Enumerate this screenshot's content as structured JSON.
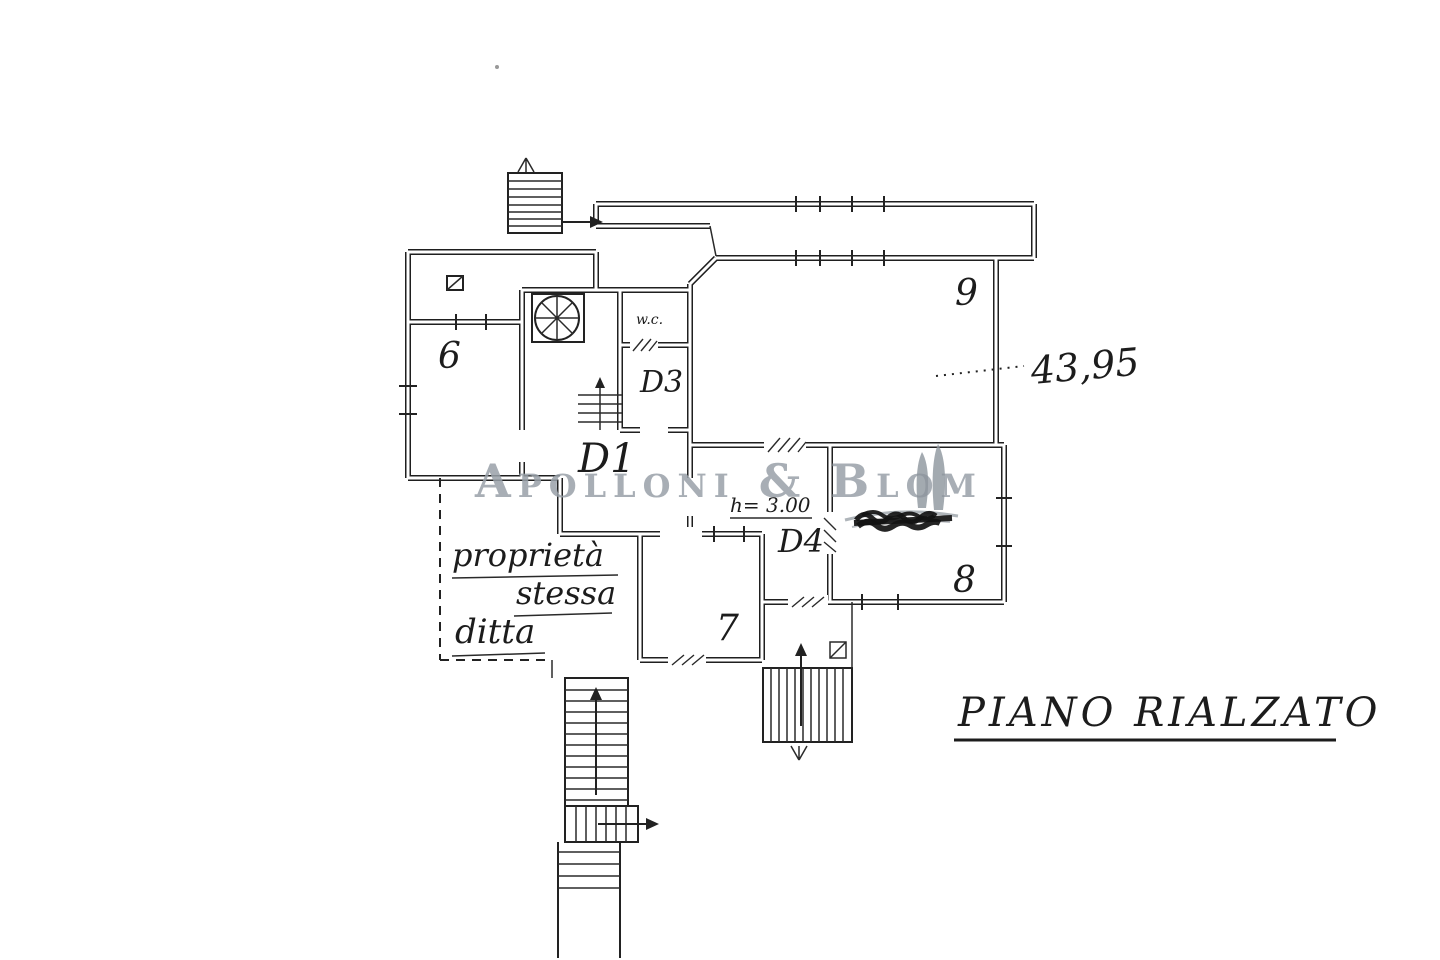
{
  "plan": {
    "title": "PIANO RIALZATO",
    "watermark": "Apolloni & Blom",
    "area_label": "43,95",
    "height_label": "h= 3.00",
    "rooms": {
      "r6": "6",
      "r7": "7",
      "r8": "8",
      "r9": "9"
    },
    "door_labels": {
      "d1": "D1",
      "d3": "D3",
      "d4": "D4"
    },
    "wc_label": "w.c.",
    "property_note": {
      "line1": "proprietà",
      "line2": "stessa",
      "line3": "ditta"
    }
  }
}
